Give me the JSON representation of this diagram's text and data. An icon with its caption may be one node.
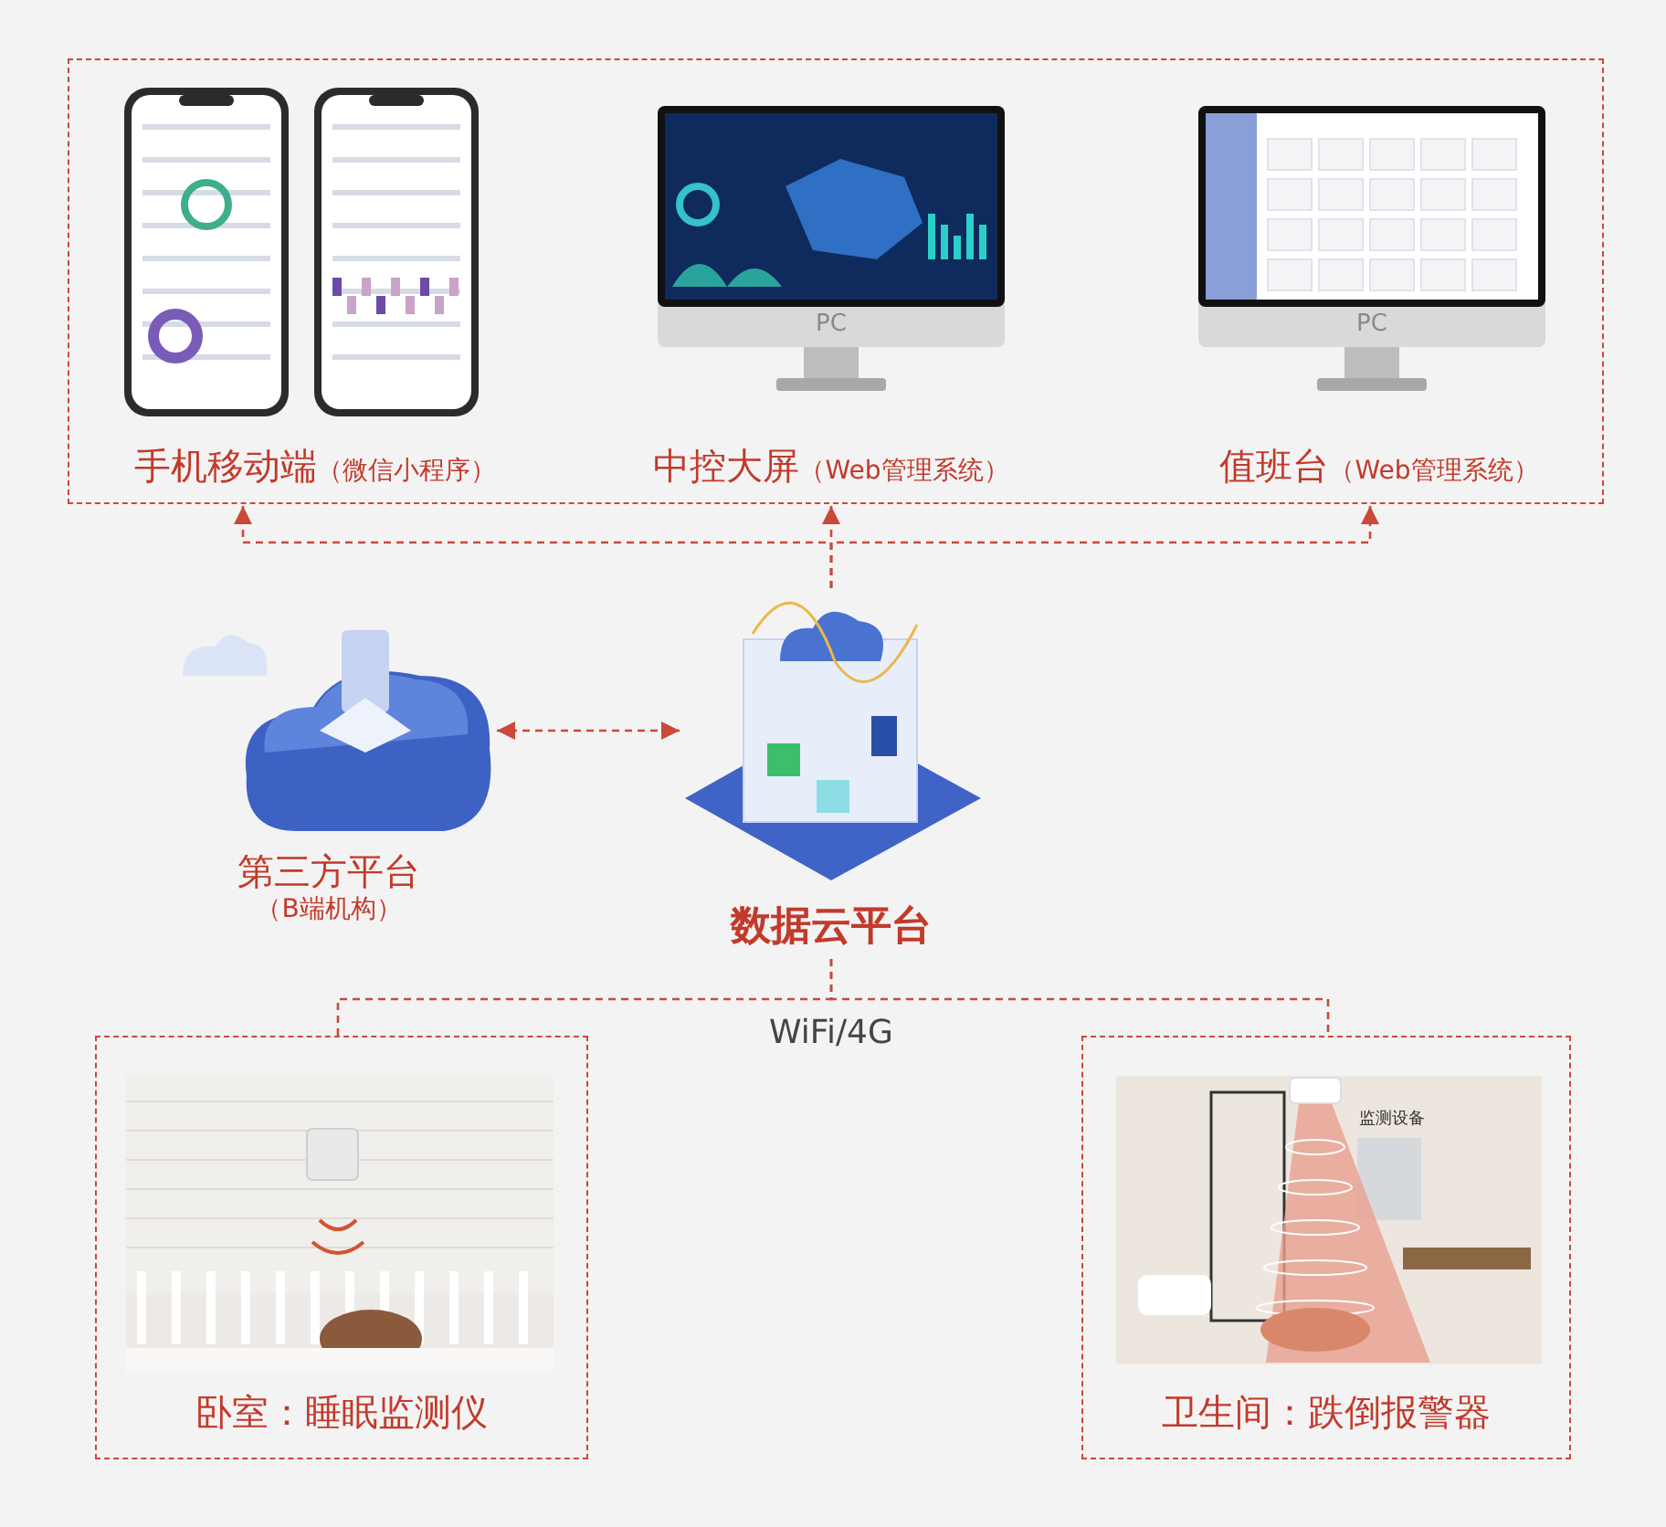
{
  "diagram": {
    "nodes": [
      {
        "text": [
          "手机移动端",
          "（微信小程序）"
        ]
      },
      {
        "text": [
          "中控大屏",
          "（Web管理系统）"
        ]
      },
      {
        "text": [
          "值班台",
          "（Web管理系统）"
        ]
      },
      {
        "text": [
          "第三方平台",
          "（B端机构）"
        ]
      },
      {
        "text": [
          "数据云平台"
        ]
      },
      {
        "text": [
          "卧室：睡眠监测仪"
        ]
      },
      {
        "text": [
          "卫生间：跌倒报警器"
        ]
      }
    ],
    "edges": [
      {
        "from": 4,
        "to": 0,
        "arrow": "to"
      },
      {
        "from": 4,
        "to": 1,
        "arrow": "to"
      },
      {
        "from": 4,
        "to": 2,
        "arrow": "to"
      },
      {
        "from": 3,
        "to": 4,
        "arrow": "both"
      },
      {
        "from": 4,
        "to": 5,
        "arrow": "none"
      },
      {
        "from": 4,
        "to": 6,
        "arrow": "none"
      }
    ],
    "labels": [
      "PC",
      "PC",
      "监测设备",
      "WiFi/4G"
    ]
  }
}
